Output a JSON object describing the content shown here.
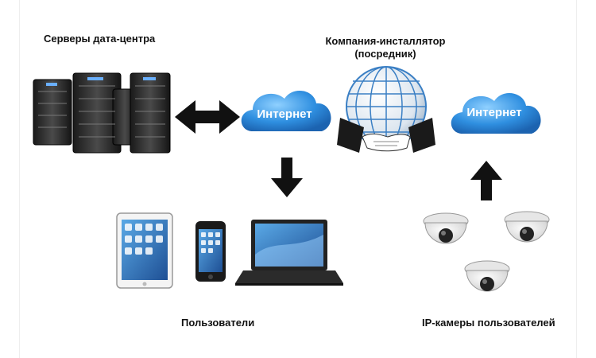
{
  "labels": {
    "servers": "Серверы дата-центра",
    "company_line1": "Компания-инсталлятор",
    "company_line2": "(посредник)",
    "users": "Пользователи",
    "cameras": "IP-камеры пользователей"
  },
  "clouds": {
    "left": "Интернет",
    "right": "Интернет"
  },
  "colors": {
    "cloud": "#2f8fe0",
    "arrow": "#111111",
    "globe": "#3a7fc4"
  }
}
